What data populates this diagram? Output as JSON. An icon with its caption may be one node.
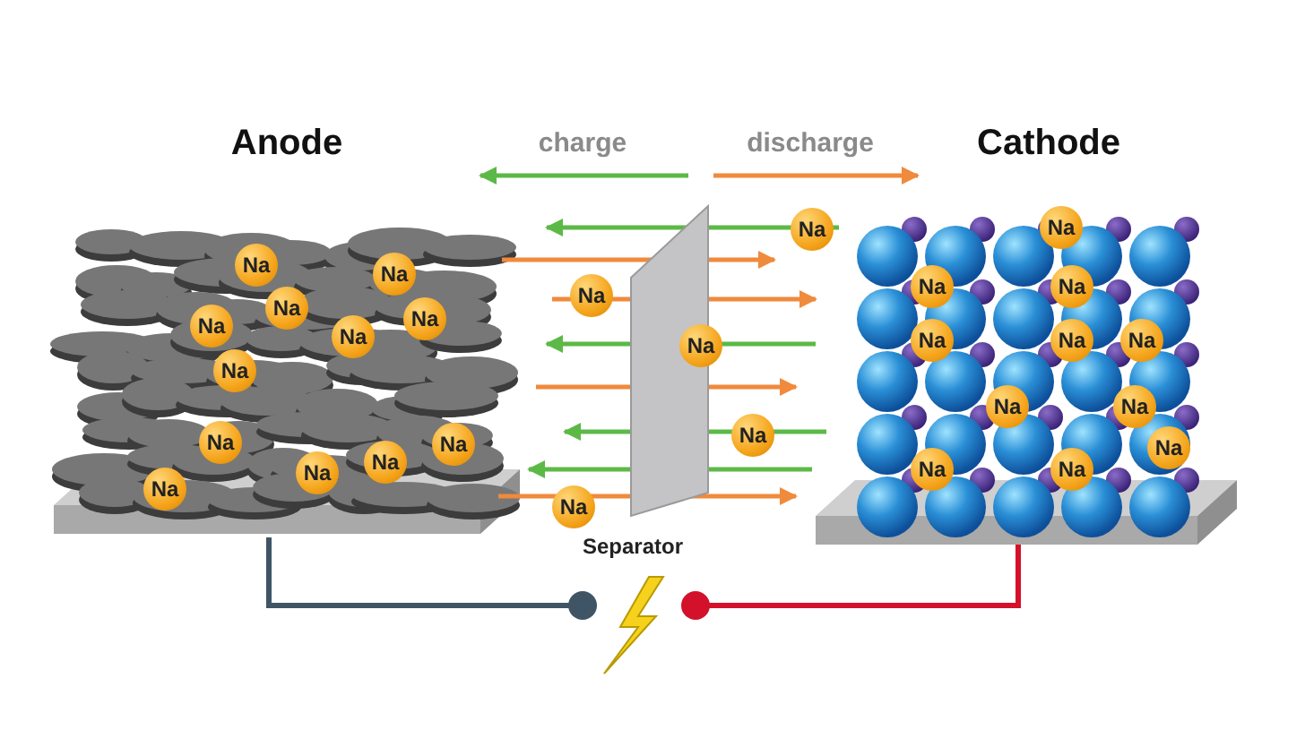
{
  "diagram": {
    "labels": [
      "Anode",
      "charge",
      "discharge",
      "Cathode",
      "Na",
      "Na",
      "Na",
      "Na",
      "Na",
      "Na",
      "Na",
      "Na",
      "Na",
      "Na",
      "Na",
      "Na",
      "Na",
      "Na",
      "Na",
      "Na",
      "Na",
      "Na",
      "Na",
      "Na",
      "Na",
      "Na",
      "Na",
      "Na",
      "Na",
      "Na",
      "Na",
      "Na",
      "Separator"
    ]
  }
}
